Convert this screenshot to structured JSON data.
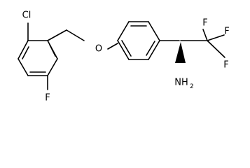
{
  "molecule": {
    "atoms": {
      "chlorine": "Cl",
      "fluorine_ring": "F",
      "oxygen": "O",
      "fluorine_top_left": "F",
      "fluorine_top_right": "F",
      "fluorine_right": "F",
      "amine_main": "NH",
      "amine_subscript": "2"
    },
    "stereo_bond": "wedge",
    "colors": {
      "ink": "#000000",
      "background": "#ffffff"
    }
  }
}
